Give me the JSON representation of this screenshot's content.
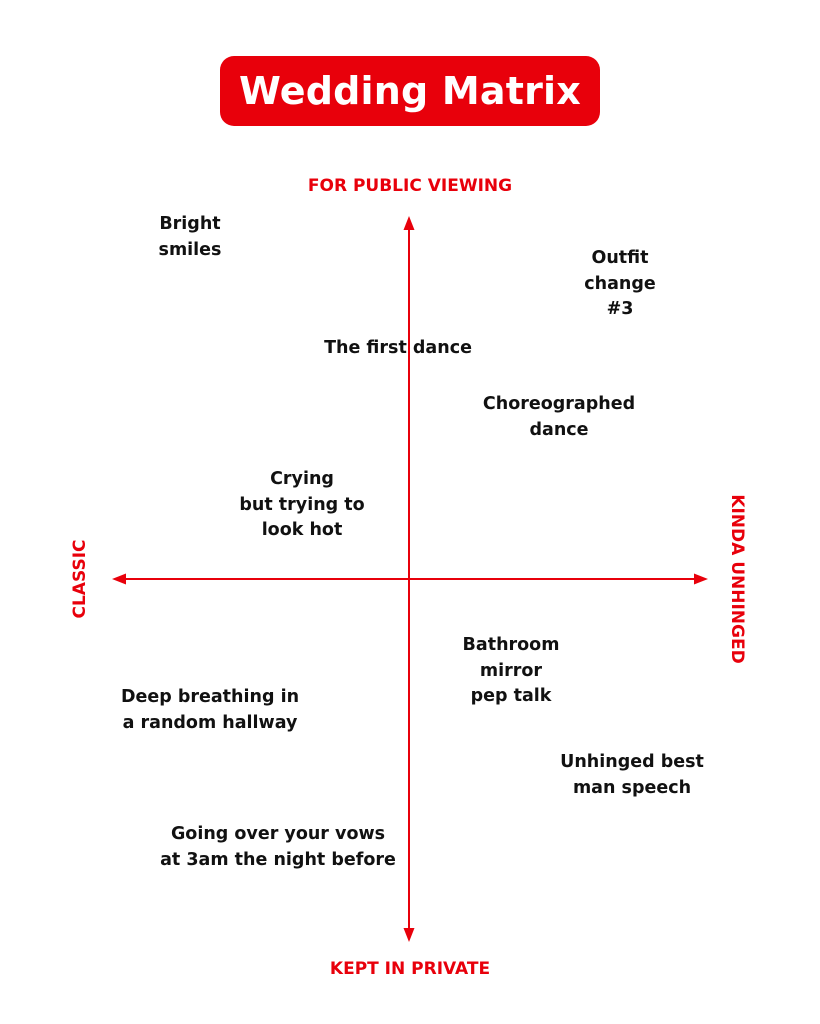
{
  "title": "Wedding Matrix",
  "colors": {
    "accent": "#e8000b",
    "text": "#111111",
    "background": "#ffffff"
  },
  "axes": {
    "top": "FOR PUBLIC VIEWING",
    "bottom": "KEPT IN PRIVATE",
    "left": "CLASSIC",
    "right": "KINDA UNHINGED"
  },
  "items": [
    {
      "text": "Bright\nsmiles"
    },
    {
      "text": "Outfit\nchange\n#3"
    },
    {
      "text": "The first dance"
    },
    {
      "text": "Choreographed\ndance"
    },
    {
      "text": "Crying\nbut trying to\nlook hot"
    },
    {
      "text": "Bathroom\nmirror\npep talk"
    },
    {
      "text": "Deep breathing in\na random hallway"
    },
    {
      "text": "Unhinged best\nman speech"
    },
    {
      "text": "Going over your vows\nat 3am the night before"
    }
  ]
}
